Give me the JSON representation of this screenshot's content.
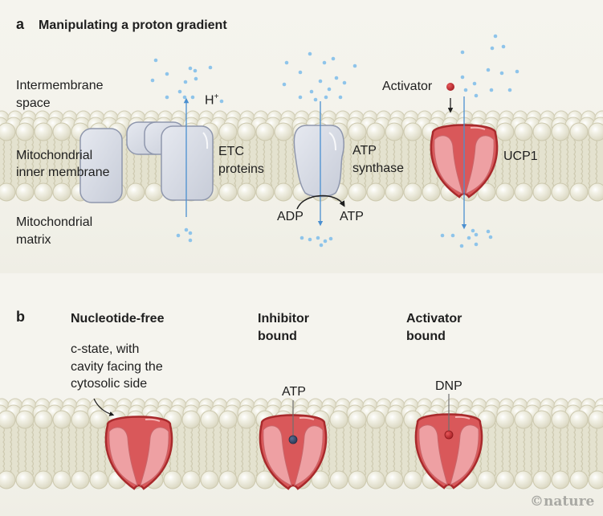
{
  "panel_a": {
    "letter": "a",
    "title": "Manipulating a proton gradient",
    "labels": {
      "intermembrane_line1": "Intermembrane",
      "intermembrane_line2": "space",
      "inner_membrane_line1": "Mitochondrial",
      "inner_membrane_line2": "inner membrane",
      "matrix_line1": "Mitochondrial",
      "matrix_line2": "matrix",
      "proton": "H",
      "proton_charge": "+",
      "etc_line1": "ETC",
      "etc_line2": "proteins",
      "atp_synthase_line1": "ATP",
      "atp_synthase_line2": "synthase",
      "adp": "ADP",
      "atp": "ATP",
      "activator": "Activator",
      "ucp1": "UCP1"
    }
  },
  "panel_b": {
    "letter": "b",
    "states": [
      {
        "title_line1": "Nucleotide-free",
        "title_line2": "",
        "note_line1": "c-state, with",
        "note_line2": "cavity facing the",
        "note_line3": "cytosolic side",
        "ligand": ""
      },
      {
        "title_line1": "Inhibitor",
        "title_line2": "bound",
        "ligand": "ATP"
      },
      {
        "title_line1": "Activator",
        "title_line2": "bound",
        "ligand": "DNP"
      }
    ]
  },
  "credit": "©nature",
  "colors": {
    "proton_dot": "#8ec4ea",
    "flow_arrow": "#4a8fd0",
    "ucp1_outer": "#d9585a",
    "ucp1_inner": "#eea0a3",
    "ucp1_outline": "#a82a2c",
    "activator_ball": "#c0282e",
    "atp_ball": "#3a4a6a",
    "protein_grey": "#d5d9e2",
    "membrane": "#e6e4d2"
  }
}
